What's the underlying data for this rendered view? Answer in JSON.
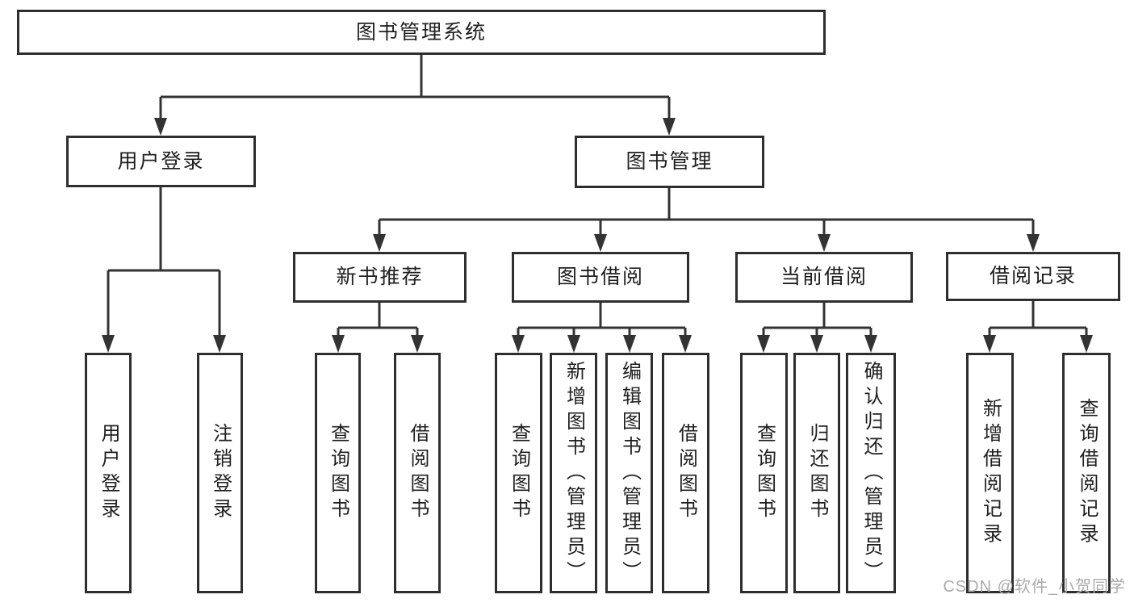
{
  "diagram": {
    "nodes": {
      "root": {
        "label": "图书管理系统"
      },
      "user_login": {
        "label": "用户登录"
      },
      "book_mgmt": {
        "label": "图书管理"
      },
      "new_book_rec": {
        "label": "新书推荐"
      },
      "book_borrow": {
        "label": "图书借阅"
      },
      "current_borrow": {
        "label": "当前借阅"
      },
      "borrow_record": {
        "label": "借阅记录"
      },
      "leaf_user_login": {
        "label": "用户登录"
      },
      "leaf_logout": {
        "label": "注销登录"
      },
      "leaf_query_book_rec": {
        "label": "查询图书"
      },
      "leaf_borrow_book_rec": {
        "label": "借阅图书"
      },
      "leaf_query_book_borrow": {
        "label": "查询图书"
      },
      "leaf_add_book_admin": {
        "label": "新增图书（管理员）"
      },
      "leaf_edit_book_admin": {
        "label": "编辑图书（管理员）"
      },
      "leaf_borrow_book_borrow": {
        "label": "借阅图书"
      },
      "leaf_query_book_current": {
        "label": "查询图书"
      },
      "leaf_return_book": {
        "label": "归还图书"
      },
      "leaf_confirm_return_admin": {
        "label": "确认归还（管理员）"
      },
      "leaf_add_borrow_record": {
        "label": "新增借阅记录"
      },
      "leaf_query_borrow_record": {
        "label": "查询借阅记录"
      }
    },
    "watermark": "CSDN @软件_小贺同学",
    "colors": {
      "line": "#333333",
      "border": "#2e2e2e",
      "text": "#1f1f1f",
      "watermark": "#ababab",
      "background": "#ffffff"
    }
  }
}
